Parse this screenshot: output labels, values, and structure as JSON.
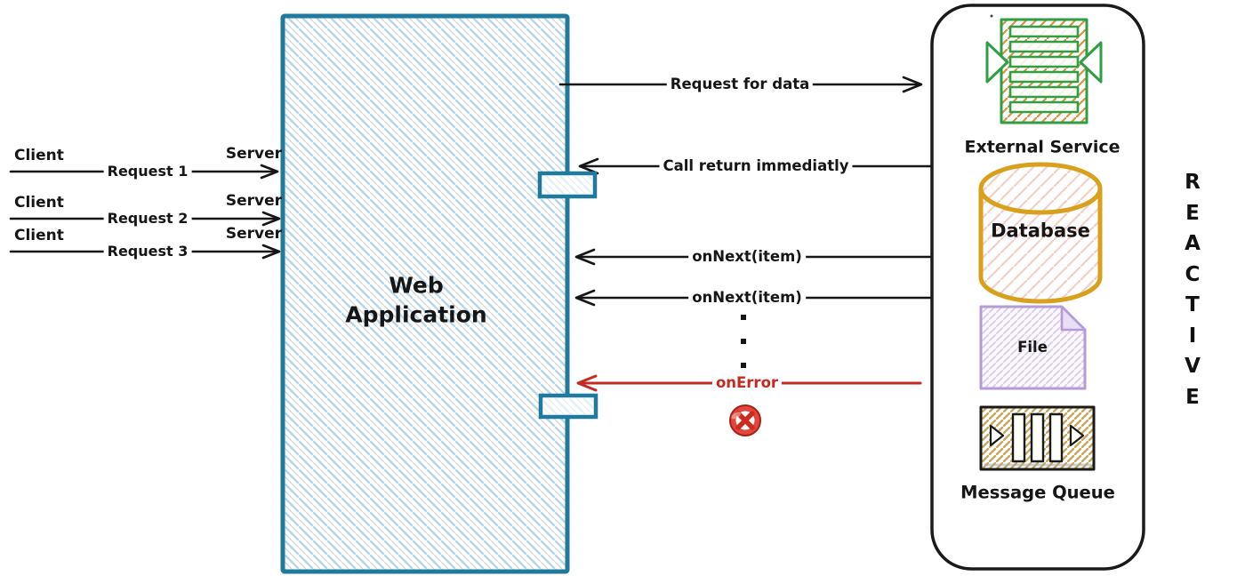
{
  "left": {
    "rows": [
      {
        "client": "Client",
        "server": "Server",
        "request": "Request 1"
      },
      {
        "client": "Client",
        "server": "Server",
        "request": "Request 2"
      },
      {
        "client": "Client",
        "server": "Server",
        "request": "Request 3"
      }
    ]
  },
  "web_app": {
    "line1": "Web",
    "line2": "Application"
  },
  "flows": {
    "request_for_data": "Request for data",
    "call_return": "Call return immediatly",
    "on_next_a": "onNext(item)",
    "on_next_b": "onNext(item)",
    "on_error": "onError"
  },
  "panel": {
    "external_service": "External Service",
    "database": "Database",
    "file": "File",
    "message_queue": "Message Queue"
  },
  "reactive": {
    "letters": [
      "R",
      "E",
      "A",
      "C",
      "T",
      "I",
      "V",
      "E"
    ]
  },
  "icons": {
    "external_service": "sync-list-icon",
    "database": "database-cylinder-icon",
    "file": "file-page-icon",
    "message_queue": "queue-icon",
    "error": "error-x-icon"
  },
  "colors": {
    "web_app_border": "#1f7a9e",
    "web_app_hatch": "#b7d7e6",
    "arrow": "#161616",
    "error_red": "#c42a22",
    "external_green": "#2f9e44",
    "external_hatch_orange": "#dd9040",
    "database_gold": "#d8a01d",
    "file_purple": "#b49bd8",
    "queue_tan": "#c9a85e",
    "panel_border": "#1a1a1a"
  }
}
